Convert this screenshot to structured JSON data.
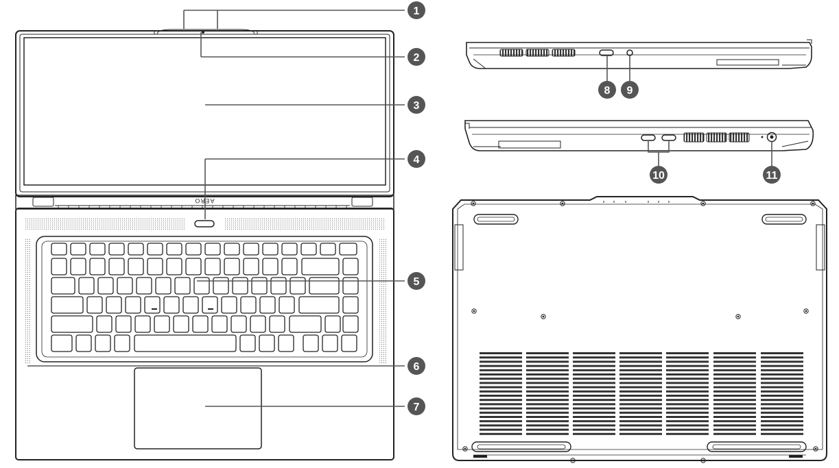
{
  "brand_mark": "AERO",
  "callouts": [
    {
      "number": "1",
      "target": "webcam microphones"
    },
    {
      "number": "2",
      "target": "webcam"
    },
    {
      "number": "3",
      "target": "display"
    },
    {
      "number": "4",
      "target": "power button"
    },
    {
      "number": "5",
      "target": "keyboard"
    },
    {
      "number": "6",
      "target": "speakers"
    },
    {
      "number": "7",
      "target": "touchpad"
    },
    {
      "number": "8",
      "target": "left side usb-c port"
    },
    {
      "number": "9",
      "target": "audio jack"
    },
    {
      "number": "10",
      "target": "right side usb-c ports"
    },
    {
      "number": "11",
      "target": "dc-in jack"
    }
  ],
  "colors": {
    "line": "#222222",
    "callout_fill": "#555555",
    "grille": "#999999"
  }
}
